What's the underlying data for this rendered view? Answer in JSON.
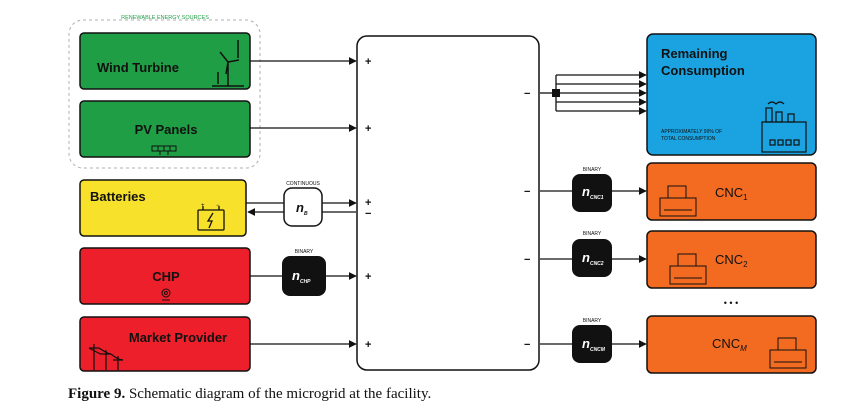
{
  "group_label": "RENEWABLE ENERGY SOURCES",
  "sources": [
    {
      "label": "Wind Turbine",
      "sign": "+",
      "color": "#1f9e45",
      "icon": "wind-turbine-icon"
    },
    {
      "label": "PV Panels",
      "sign": "+",
      "color": "#1f9e45",
      "icon": "solar-panel-icon"
    },
    {
      "label": "Batteries",
      "sign_in": "+",
      "sign_out": "−",
      "color": "#f7e12a",
      "icon": "battery-icon"
    },
    {
      "label": "CHP",
      "sign": "+",
      "color": "#ec1f2a",
      "icon": "chp-icon"
    },
    {
      "label": "Market Provider",
      "sign": "+",
      "color": "#ec1f2a",
      "icon": "power-line-icon"
    }
  ],
  "controls": {
    "battery": {
      "tag": "CONTINUOUS",
      "var": "n",
      "sub": "B"
    },
    "chp": {
      "tag": "BINARY",
      "var": "n",
      "sub": "CHP"
    },
    "cnc": [
      {
        "tag": "BINARY",
        "var": "n",
        "sub": "CNC1"
      },
      {
        "tag": "BINARY",
        "var": "n",
        "sub": "CNC2"
      },
      {
        "tag": "BINARY",
        "var": "n",
        "sub": "CNCM"
      }
    ]
  },
  "loads": {
    "remaining": {
      "title_line1": "Remaining",
      "title_line2": "Consumption",
      "note_line1": "APPROXIMATELY 99% OF",
      "note_line2": "TOTAL CONSUMPTION",
      "sign": "−",
      "color": "#1aa3e0"
    },
    "cnc": [
      {
        "label": "CNC",
        "sub": "1",
        "sign": "−"
      },
      {
        "label": "CNC",
        "sub": "2",
        "sign": "−"
      },
      {
        "label": "CNC",
        "sub": "M",
        "sign": "−"
      }
    ],
    "cnc_color": "#f26b21",
    "ellipsis": "• • •"
  },
  "caption": {
    "prefix": "Figure 9.",
    "text": "Schematic diagram of the microgrid at the facility."
  }
}
